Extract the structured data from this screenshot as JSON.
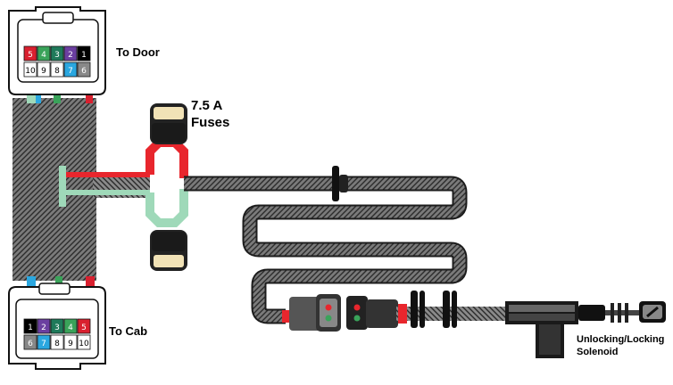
{
  "labels": {
    "to_door": "To Door",
    "fuse_rating": "7.5 A",
    "fuses": "Fuses",
    "to_cab": "To Cab",
    "solenoid_line1": "Unlocking/Locking",
    "solenoid_line2": "Solenoid"
  },
  "door_connector": {
    "top_row": [
      "5",
      "4",
      "3",
      "2",
      "1"
    ],
    "bottom_row": [
      "10",
      "9",
      "8",
      "7",
      "6"
    ],
    "top_colors": [
      "#d9202f",
      "#3aa35a",
      "#1f7a5a",
      "#6b3fa0",
      "#000000"
    ],
    "bottom_colors": [
      "#ffffff",
      "#ffffff",
      "#ffffff",
      "#2aa7e0",
      "#888888"
    ]
  },
  "cab_connector": {
    "top_row": [
      "1",
      "2",
      "3",
      "4",
      "5"
    ],
    "bottom_row": [
      "6",
      "7",
      "8",
      "9",
      "10"
    ],
    "top_colors": [
      "#000000",
      "#6b3fa0",
      "#1f7a5a",
      "#3aa35a",
      "#d9202f"
    ],
    "bottom_colors": [
      "#888888",
      "#2aa7e0",
      "#ffffff",
      "#ffffff",
      "#ffffff"
    ]
  },
  "colors": {
    "wire_red": "#e8262d",
    "wire_green": "#9fd9b9",
    "fuse_body": "#222222",
    "fuse_cap": "#f1e2b6",
    "loom": "#555555"
  }
}
